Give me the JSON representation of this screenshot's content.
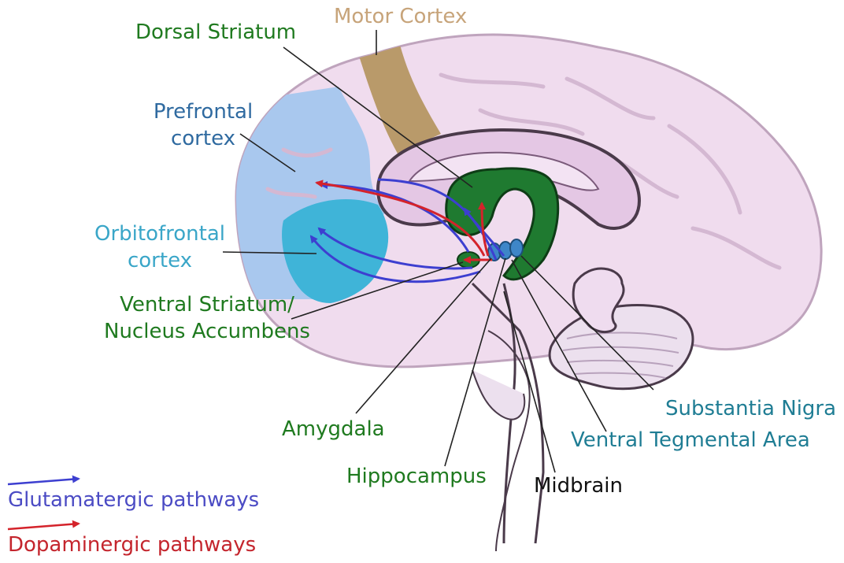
{
  "labels": {
    "motor_cortex": "Motor Cortex",
    "dorsal_striatum": "Dorsal Striatum",
    "prefrontal_cortex_1": "Prefrontal",
    "prefrontal_cortex_2": "cortex",
    "orbitofrontal_cortex_1": "Orbitofrontal",
    "orbitofrontal_cortex_2": "cortex",
    "ventral_striatum_1": "Ventral Striatum/",
    "ventral_striatum_2": "Nucleus Accumbens",
    "amygdala": "Amygdala",
    "hippocampus": "Hippocampus",
    "midbrain": "Midbrain",
    "substantia_nigra": "Substantia Nigra",
    "vta": "Ventral Tegmental Area"
  },
  "legend": {
    "glutamatergic": "Glutamatergic pathways",
    "dopaminergic": "Dopaminergic pathways"
  },
  "colors": {
    "brain_fill": "#f0dcee",
    "brain_outline": "#bfa4bd",
    "prefrontal_fill": "#a9c8ee",
    "orbitofrontal_fill": "#3fb4d8",
    "motor_fill": "#b99a6a",
    "striatum_fill": "#1f7a30",
    "glutamatergic": "#3d3fd0",
    "dopaminergic": "#d4232b"
  }
}
